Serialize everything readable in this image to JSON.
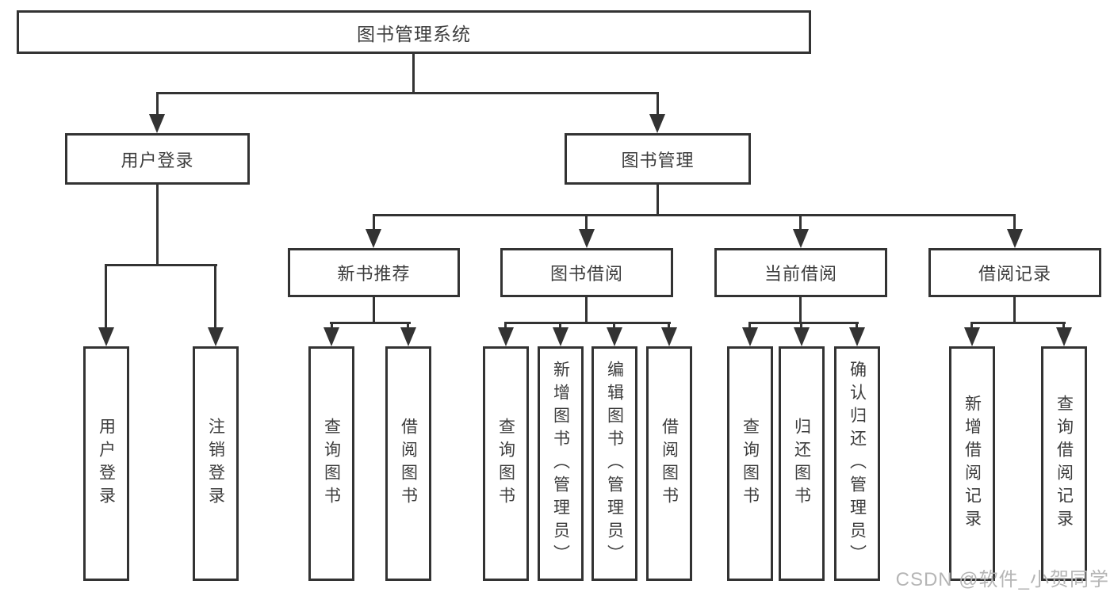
{
  "diagram": {
    "root": {
      "label": "图书管理系统",
      "children": [
        {
          "label": "用户登录",
          "children": [
            {
              "label": "用户登录"
            },
            {
              "label": "注销登录"
            }
          ]
        },
        {
          "label": "图书管理",
          "children": [
            {
              "label": "新书推荐",
              "children": [
                {
                  "label": "查询图书"
                },
                {
                  "label": "借阅图书"
                }
              ]
            },
            {
              "label": "图书借阅",
              "children": [
                {
                  "label": "查询图书"
                },
                {
                  "label": "新增图书（管理员）"
                },
                {
                  "label": "编辑图书（管理员）"
                },
                {
                  "label": "借阅图书"
                }
              ]
            },
            {
              "label": "当前借阅",
              "children": [
                {
                  "label": "查询图书"
                },
                {
                  "label": "归还图书"
                },
                {
                  "label": "确认归还（管理员）"
                }
              ]
            },
            {
              "label": "借阅记录",
              "children": [
                {
                  "label": "新增借阅记录"
                },
                {
                  "label": "查询借阅记录"
                }
              ]
            }
          ]
        }
      ]
    }
  },
  "watermark": {
    "text": "CSDN @软件_小贺同学"
  },
  "colors": {
    "line": "#333333",
    "text": "#3d3d3d",
    "watermark": "#b5b5b5",
    "background": "#ffffff"
  }
}
